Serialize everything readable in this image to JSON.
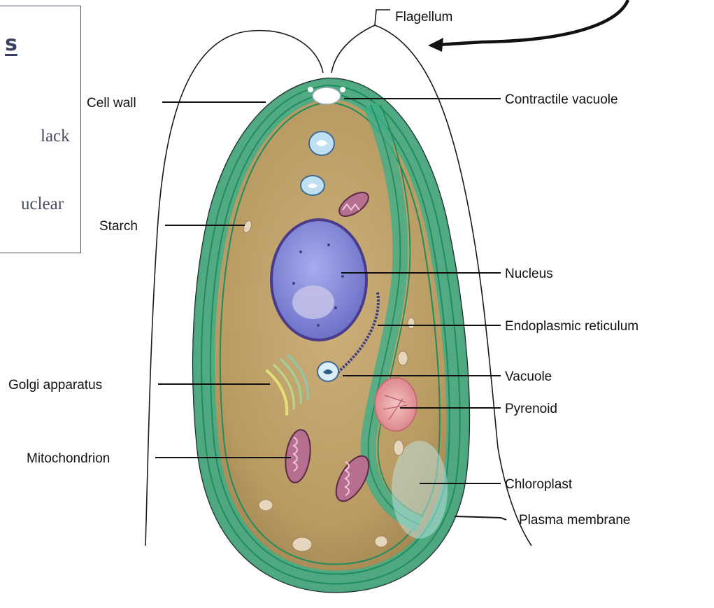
{
  "note_box": {
    "heading_fragment": "s",
    "line_fragments": [
      "lack",
      "uclear"
    ]
  },
  "diagram": {
    "labels": {
      "flagellum": "Flagellum",
      "cell_wall": "Cell wall",
      "contractile_vacuole": "Contractile vacuole",
      "starch": "Starch",
      "nucleus": "Nucleus",
      "endoplasmic_reticulum": "Endoplasmic reticulum",
      "golgi_apparatus": "Golgi apparatus",
      "vacuole": "Vacuole",
      "pyrenoid": "Pyrenoid",
      "mitochondrion": "Mitochondrion",
      "chloroplast": "Chloroplast",
      "plasma_membrane": "Plasma membrane"
    },
    "colors": {
      "cytoplasm": "#b89a62",
      "chloroplast": "#3fae88",
      "nucleus": "#7f84d6",
      "mitochondrion": "#a25c7d",
      "golgi": "#e3e07a",
      "pyrenoid": "#e59a9a",
      "vacuole": "#dbeef8"
    }
  }
}
